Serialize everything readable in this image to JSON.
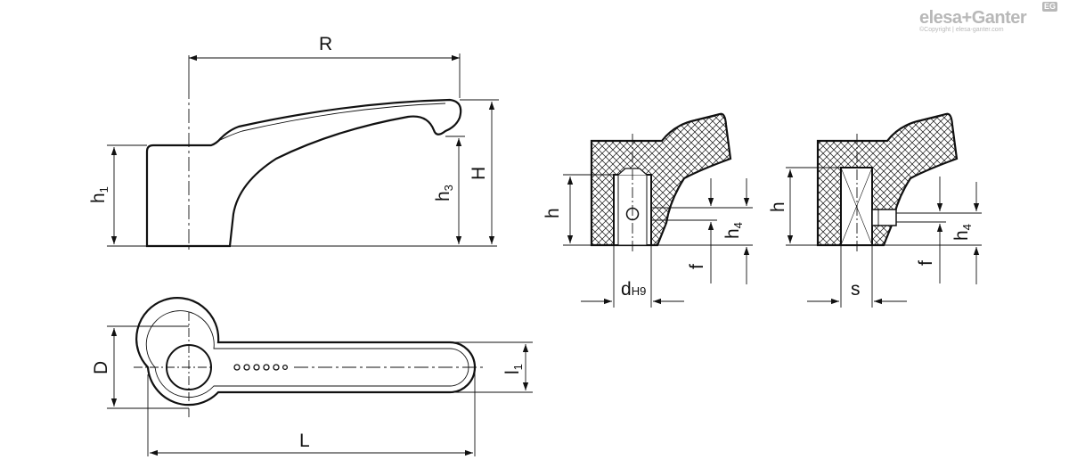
{
  "brand": {
    "name": "elesa+Ganter",
    "badge": "EG",
    "copyright": "©Copyright | elesa-ganter.com"
  },
  "labels": {
    "R": "R",
    "H": "H",
    "h1_main": "h",
    "h1_sub": "1",
    "h3_main": "h",
    "h3_sub": "3",
    "h_left": "h",
    "h_right": "h",
    "h4l_main": "h",
    "h4l_sub": "4",
    "h4r_main": "h",
    "h4r_sub": "4",
    "f_left": "f",
    "f_right": "f",
    "d_main": "d",
    "d_sub": "H9",
    "s": "s",
    "D": "D",
    "L": "L",
    "l1_main": "l",
    "l1_sub": "1"
  }
}
